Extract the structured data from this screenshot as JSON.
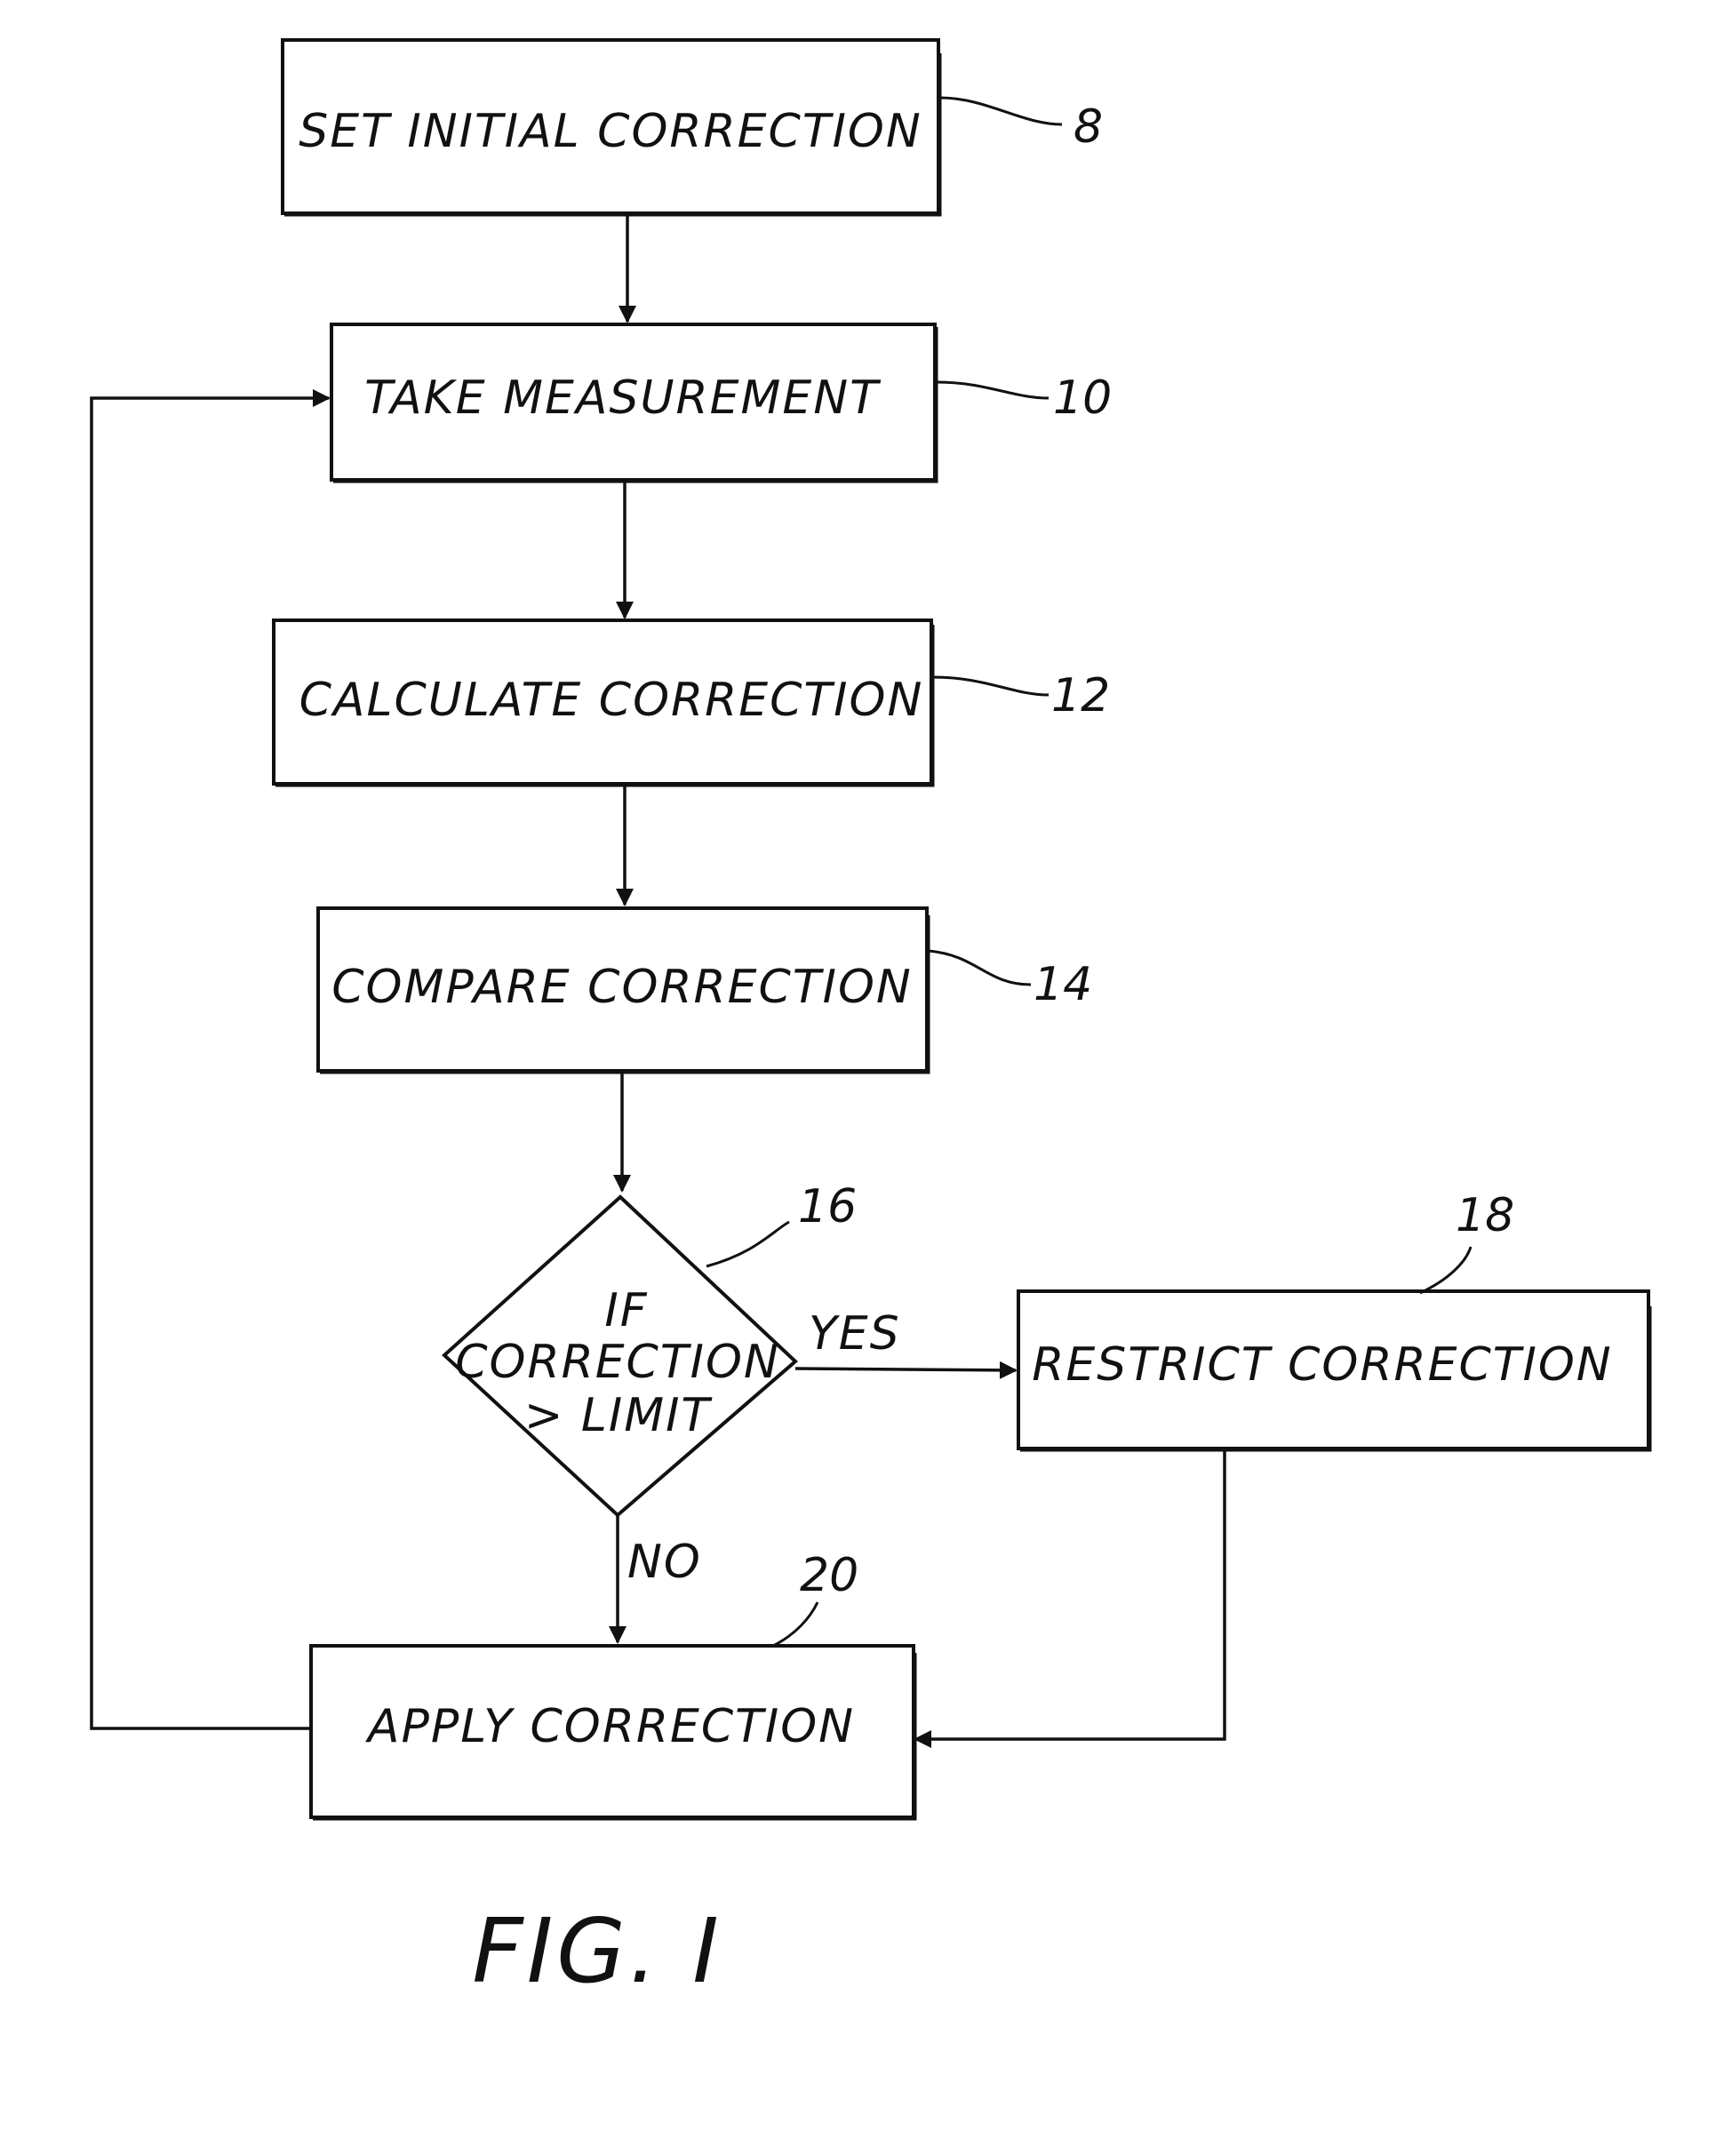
{
  "steps": {
    "set_initial": {
      "label": "SET INITIAL CORRECTION",
      "ref": "8"
    },
    "take_measurement": {
      "label": "TAKE MEASUREMENT",
      "ref": "10"
    },
    "calculate": {
      "label": "CALCULATE CORRECTION",
      "ref": "12"
    },
    "compare": {
      "label": "COMPARE CORRECTION",
      "ref": "14"
    },
    "decision": {
      "line1": "IF",
      "line2": "CORRECTION",
      "line3": "> LIMIT",
      "ref": "16"
    },
    "restrict": {
      "label": "RESTRICT CORRECTION",
      "ref": "18"
    },
    "apply": {
      "label": "APPLY CORRECTION",
      "ref": "20"
    }
  },
  "branches": {
    "yes": "YES",
    "no": "NO"
  },
  "figure_caption": "FIG. I"
}
